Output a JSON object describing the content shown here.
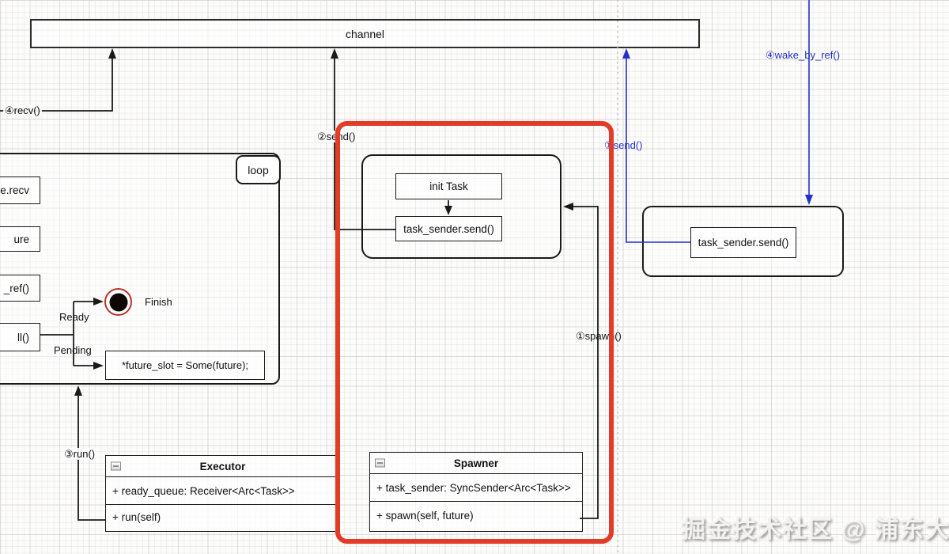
{
  "channel": {
    "label": "channel"
  },
  "loop_box": {
    "tag": "loop",
    "items": [
      "e.recv",
      "ure",
      "_ref()",
      "ll()"
    ],
    "ready_label": "Ready",
    "pending_label": "Pending",
    "finish_label": "Finish",
    "future_slot": "*future_slot = Some(future);"
  },
  "init_group": {
    "init_task": "init Task",
    "task_sender_send": "task_sender.send()"
  },
  "waker_group": {
    "task_sender_send": "task_sender.send()"
  },
  "labels": {
    "recv": "④recv()",
    "send_2": "②send()",
    "send_1": "①send()",
    "wake_by_ref": "④wake_by_ref()",
    "spawn_1": "①spawn()",
    "run_3": "③run()"
  },
  "executor_class": {
    "title": "Executor",
    "attribute": "+ ready_queue: Receiver<Arc<Task>>",
    "method": "+ run(self)"
  },
  "spawner_class": {
    "title": "Spawner",
    "attribute": "+ task_sender: SyncSender<Arc<Task>>",
    "method": "+ spawn(self, future)"
  },
  "colors": {
    "highlight_red": "#e23c28",
    "accent_blue": "#2531c4"
  },
  "watermark": "掘金技术社区 @ 浦东大花菜"
}
